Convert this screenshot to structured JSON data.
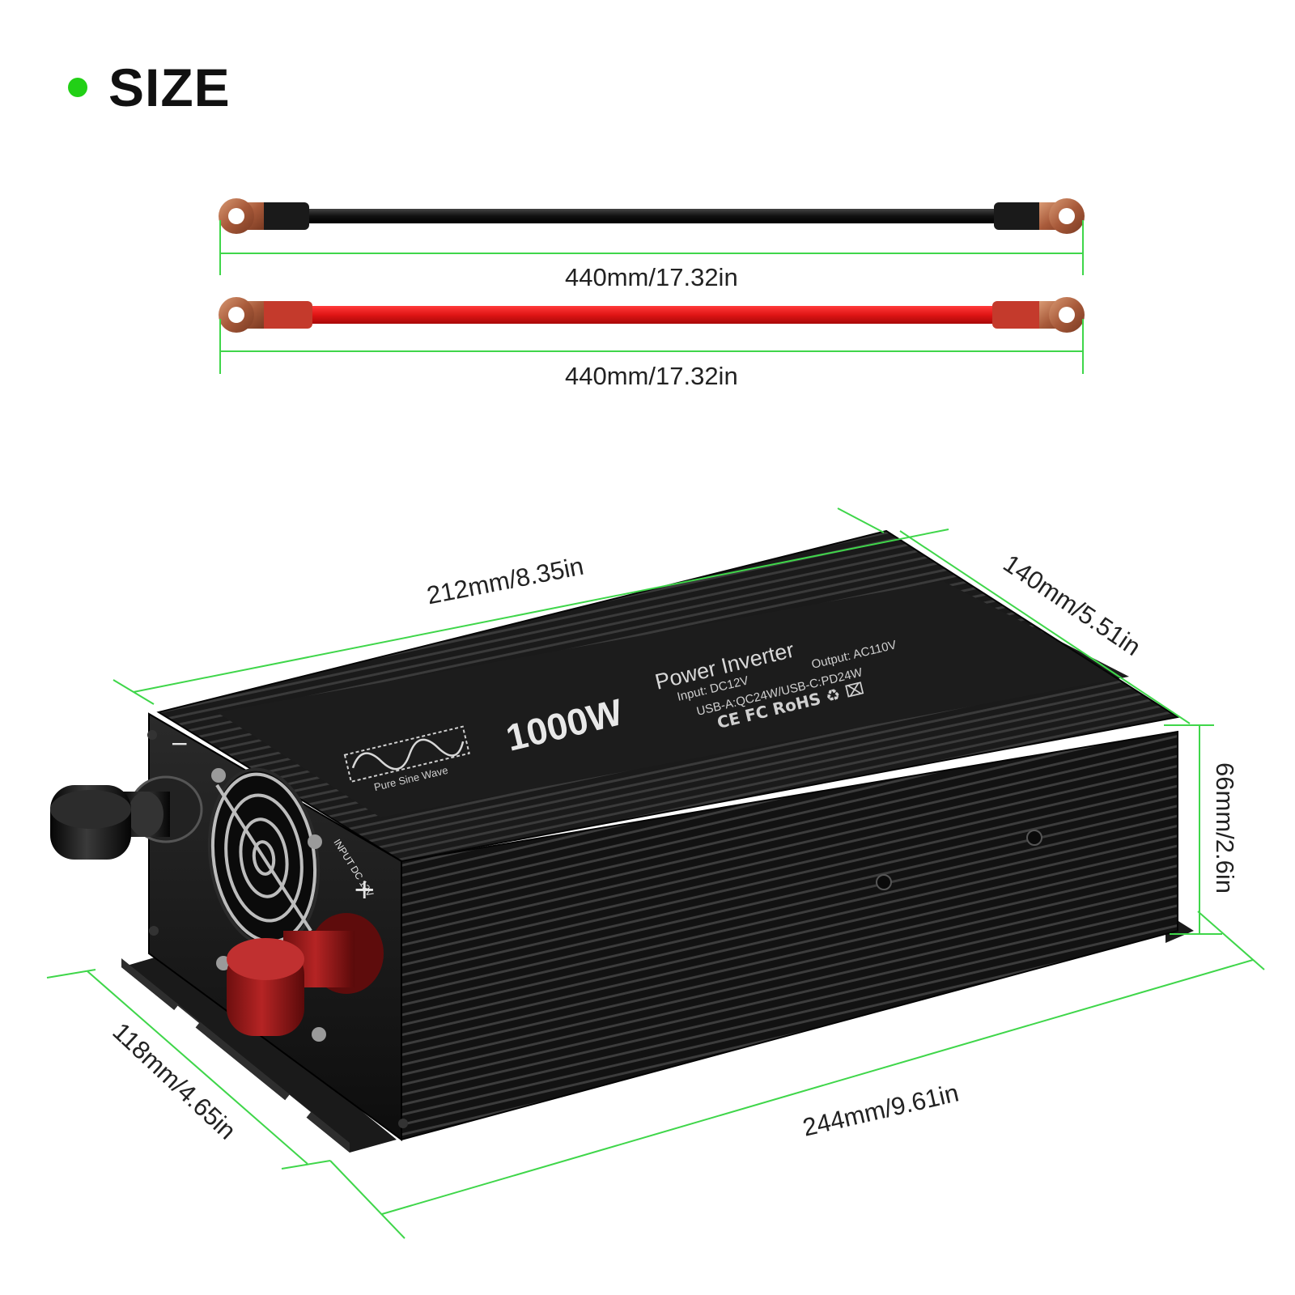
{
  "header": {
    "title": "SIZE",
    "accent_color": "#22d016"
  },
  "cables": {
    "black_cable_length": "440mm/17.32in",
    "red_cable_length": "440mm/17.32in",
    "black_color": "#111111",
    "red_color": "#e01515"
  },
  "inverter": {
    "dimensions": {
      "top_length": "212mm/8.35in",
      "top_width": "140mm/5.51in",
      "height": "66mm/2.6in",
      "base_width": "118mm/4.65in",
      "base_length": "244mm/9.61in"
    },
    "label": {
      "model": "1000W",
      "title": "Power Inverter",
      "input": "Input: DC12V",
      "output": "Output: AC110V",
      "usb": "USB-A:QC24W/USB-C:PD24W",
      "certs": "CE FC RoHS ♻ ⌧",
      "logo_text": "Pure Sine Wave",
      "terminal_label": "INPUT DC 12V",
      "minus_sign": "−",
      "plus_sign": "+"
    },
    "body_color": "#151515",
    "dimension_line_color": "#3fd64a"
  }
}
